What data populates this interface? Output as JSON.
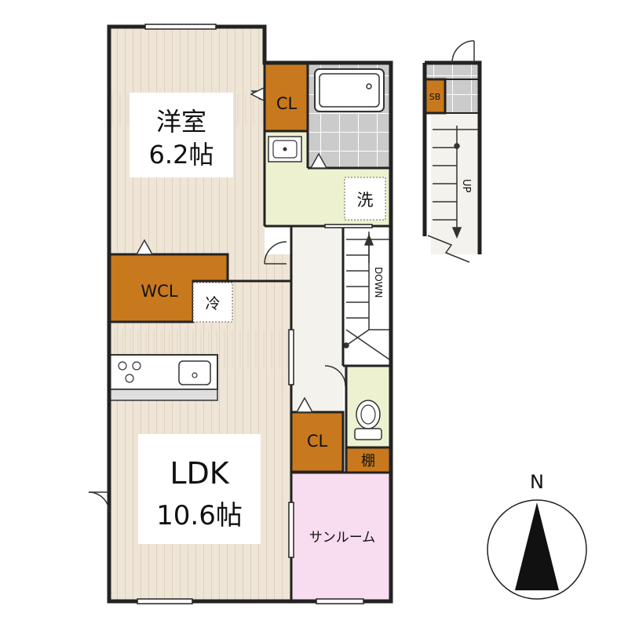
{
  "rooms": {
    "western": {
      "name": "洋室",
      "size": "6.2帖"
    },
    "ldk": {
      "name": "LDK",
      "size": "10.6帖"
    },
    "closet_top": {
      "name": "CL"
    },
    "closet_mid": {
      "name": "CL"
    },
    "walk_in_closet": {
      "name": "WCL"
    },
    "fridge": {
      "name": "冷"
    },
    "washer": {
      "name": "洗"
    },
    "shelf": {
      "name": "棚"
    },
    "sunroom": {
      "name": "サンルーム"
    },
    "shoe_box": {
      "name": "SB"
    }
  },
  "stairs": {
    "down": "DOWN",
    "up": "UP"
  },
  "compass": {
    "north": "N"
  },
  "colors": {
    "wood_floor": "#eee5d6",
    "storage": "#c8791e",
    "wet_area": "#edf1d0",
    "tile": "#cbcbcb",
    "sunroom": "#f8dcef",
    "wall": "#222222"
  }
}
